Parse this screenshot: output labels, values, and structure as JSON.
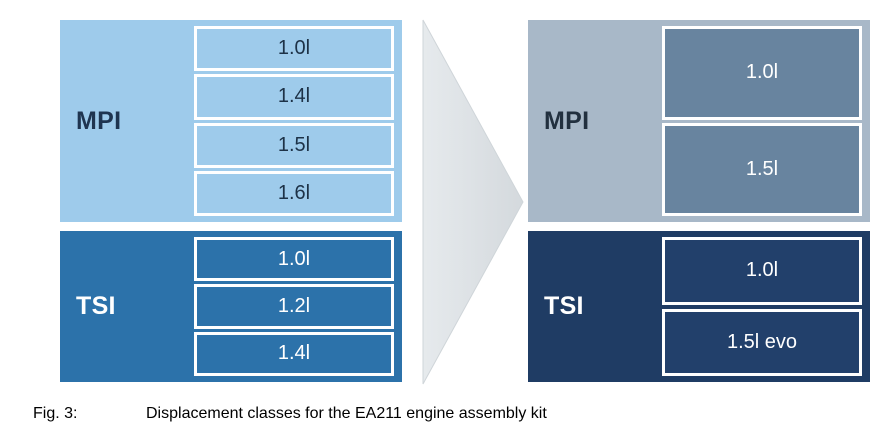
{
  "figure": {
    "caption_label": "Fig. 3:",
    "caption_text": "Displacement classes for the EA211 engine assembly kit",
    "arrow_name": "right-arrow"
  },
  "colors": {
    "left_mpi_bg": "#9ecbeb",
    "left_tsi_bg": "#2c72aa",
    "right_mpi_bg": "#a8b8c8",
    "right_mpi_box": "#68849f",
    "right_tsi_bg": "#1f3c64",
    "right_tsi_box": "#22406b",
    "box_border": "#ffffff",
    "arrow_fill": "#dfe3e6",
    "dark_text": "#1f3550",
    "light_text": "#ffffff"
  },
  "left": {
    "mpi": {
      "label": "MPI",
      "boxes": [
        {
          "label": "1.0l"
        },
        {
          "label": "1.4l"
        },
        {
          "label": "1.5l"
        },
        {
          "label": "1.6l"
        }
      ]
    },
    "tsi": {
      "label": "TSI",
      "boxes": [
        {
          "label": "1.0l"
        },
        {
          "label": "1.2l"
        },
        {
          "label": "1.4l"
        }
      ]
    }
  },
  "right": {
    "mpi": {
      "label": "MPI",
      "boxes": [
        {
          "label": "1.0l"
        },
        {
          "label": "1.5l"
        }
      ]
    },
    "tsi": {
      "label": "TSI",
      "boxes": [
        {
          "label": "1.0l"
        },
        {
          "label": "1.5l evo"
        }
      ]
    }
  }
}
